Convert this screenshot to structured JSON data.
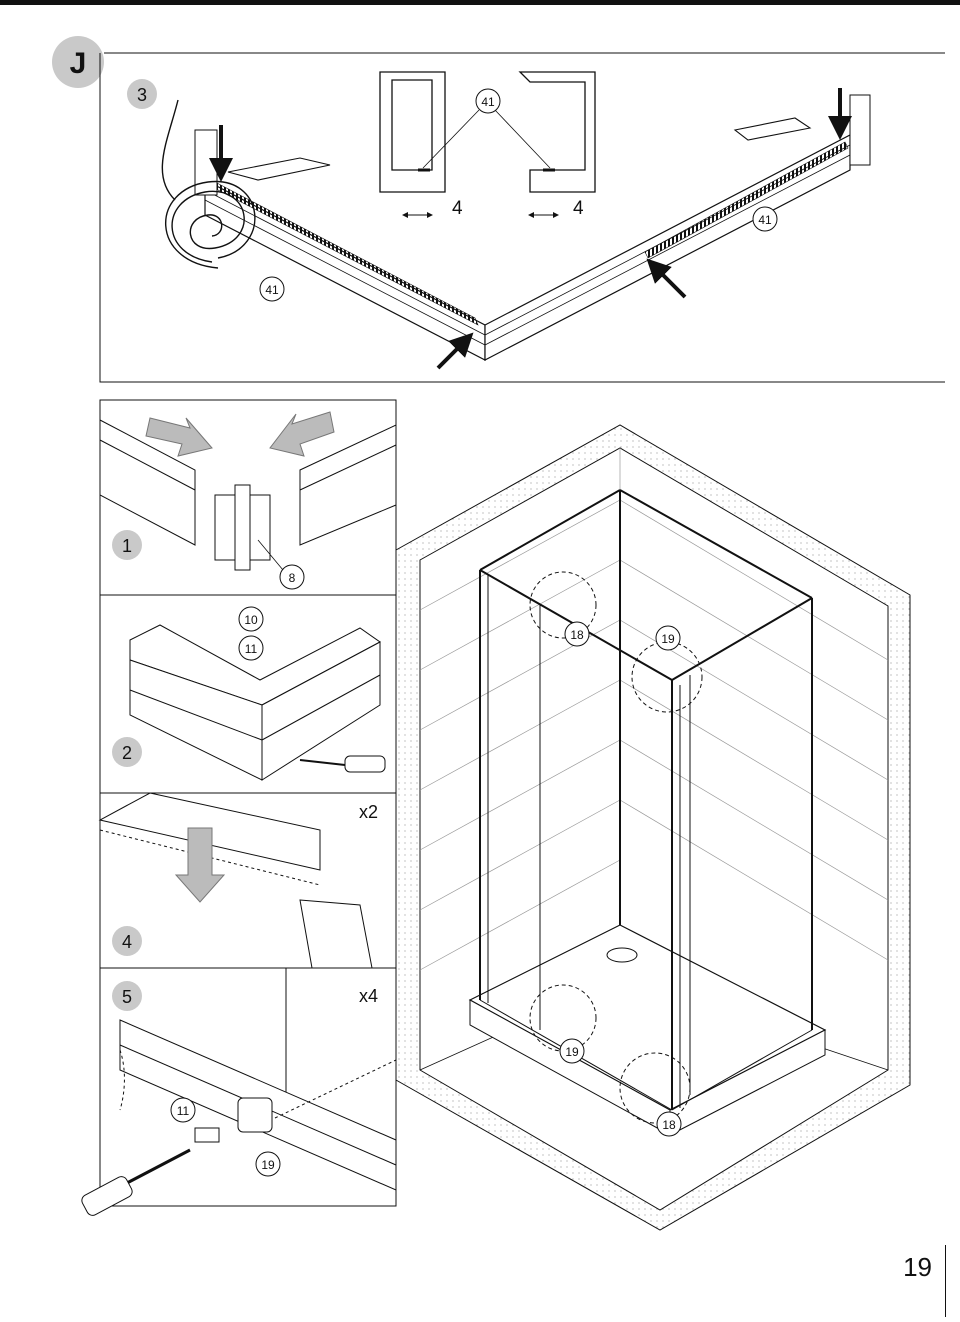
{
  "section_letter": "J",
  "page_number": "19",
  "steps": {
    "s3": {
      "number": "3",
      "parts": [
        "41",
        "41",
        "41"
      ],
      "dimensions": [
        "4",
        "4"
      ]
    },
    "s1": {
      "number": "1",
      "parts": [
        "8"
      ]
    },
    "s2": {
      "number": "2",
      "parts": [
        "10",
        "11"
      ]
    },
    "s4": {
      "number": "4",
      "multiplier": "x2"
    },
    "s5": {
      "number": "5",
      "multiplier": "x4",
      "parts": [
        "11",
        "19"
      ]
    }
  },
  "overview": {
    "parts": [
      "18",
      "19",
      "19",
      "18"
    ]
  }
}
